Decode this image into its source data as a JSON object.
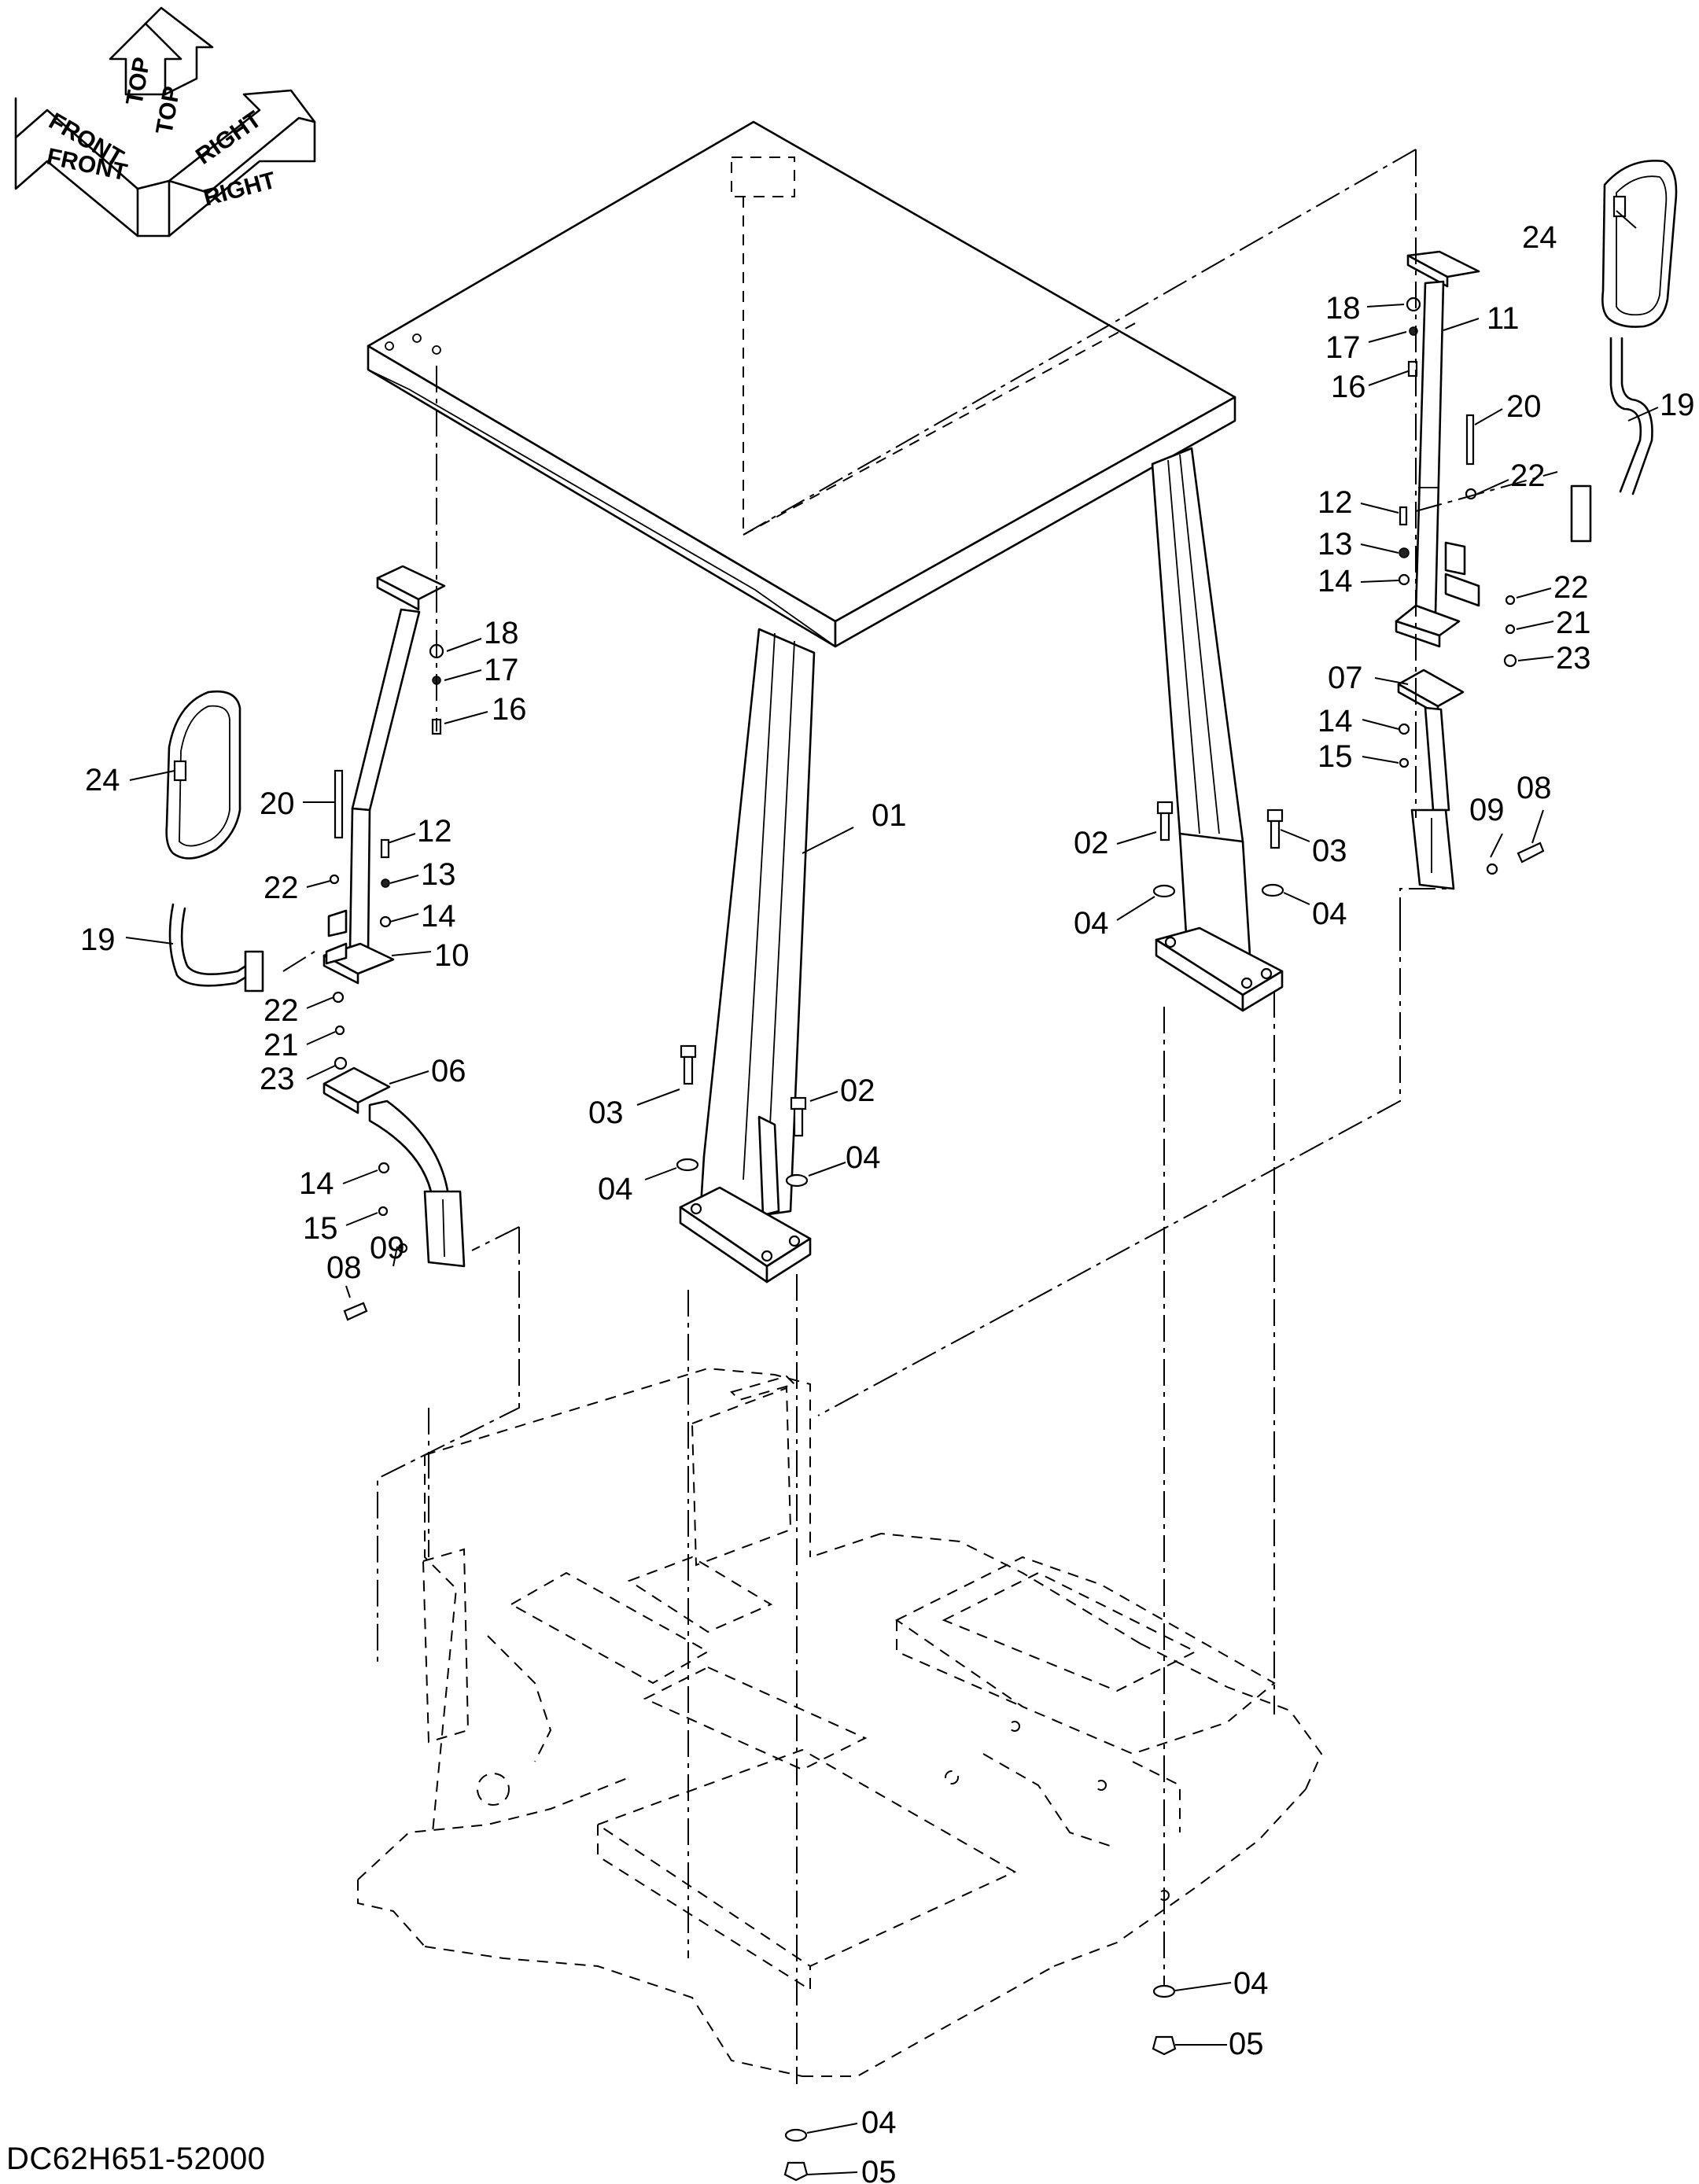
{
  "drawing": {
    "code": "DC62H651-52000"
  },
  "orientation_indicator": {
    "front_label": "FRONT",
    "top_label": "TOP",
    "right_label": "RIGHT"
  },
  "callouts": {
    "c01": "01",
    "c02a": "02",
    "c02b": "02",
    "c03a": "03",
    "c03b": "03",
    "c04a": "04",
    "c04b": "04",
    "c04c": "04",
    "c04d": "04",
    "c04e": "04",
    "c04f": "04",
    "c05a": "05",
    "c05b": "05",
    "c06": "06",
    "c07": "07",
    "c08a": "08",
    "c08b": "08",
    "c09a": "09",
    "c09b": "09",
    "c10": "10",
    "c11": "11",
    "c12a": "12",
    "c12b": "12",
    "c13a": "13",
    "c13b": "13",
    "c14a": "14",
    "c14b": "14",
    "c14c": "14",
    "c14d": "14",
    "c15a": "15",
    "c15b": "15",
    "c16a": "16",
    "c16b": "16",
    "c17a": "17",
    "c17b": "17",
    "c18a": "18",
    "c18b": "18",
    "c19a": "19",
    "c19b": "19",
    "c20a": "20",
    "c20b": "20",
    "c21a": "21",
    "c21b": "21",
    "c22a": "22",
    "c22b": "22",
    "c22c": "22",
    "c22d": "22",
    "c23a": "23",
    "c23b": "23",
    "c24a": "24",
    "c24b": "24"
  }
}
